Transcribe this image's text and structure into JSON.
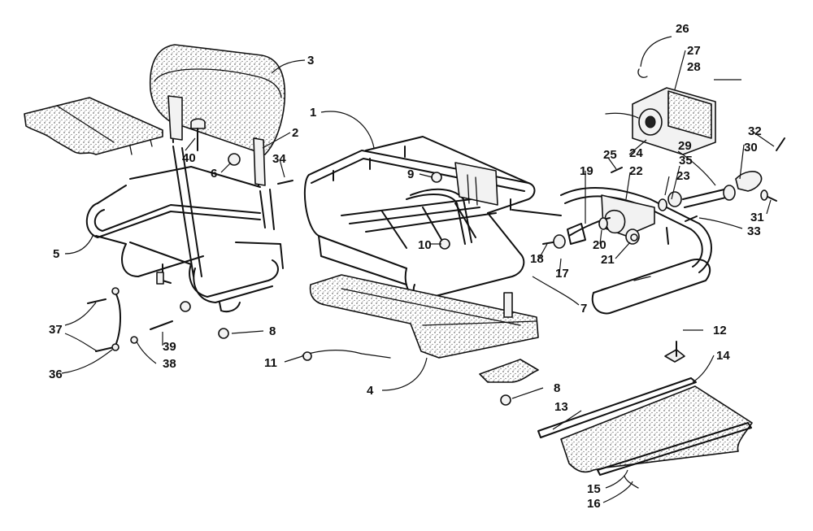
{
  "callouts": [
    {
      "label": "1"
    },
    {
      "label": "2"
    },
    {
      "label": "3"
    },
    {
      "label": "4"
    },
    {
      "label": "5"
    },
    {
      "label": "6"
    },
    {
      "label": "7"
    },
    {
      "label": "8"
    },
    {
      "label": "8"
    },
    {
      "label": "9"
    },
    {
      "label": "10"
    },
    {
      "label": "11"
    },
    {
      "label": "12"
    },
    {
      "label": "13"
    },
    {
      "label": "14"
    },
    {
      "label": "15"
    },
    {
      "label": "16"
    },
    {
      "label": "17"
    },
    {
      "label": "18"
    },
    {
      "label": "19"
    },
    {
      "label": "20"
    },
    {
      "label": "21"
    },
    {
      "label": "22"
    },
    {
      "label": "23"
    },
    {
      "label": "24"
    },
    {
      "label": "25"
    },
    {
      "label": "26"
    },
    {
      "label": "27"
    },
    {
      "label": "28"
    },
    {
      "label": "29"
    },
    {
      "label": "30"
    },
    {
      "label": "31"
    },
    {
      "label": "32"
    },
    {
      "label": "33"
    },
    {
      "label": "34"
    },
    {
      "label": "35"
    },
    {
      "label": "36"
    },
    {
      "label": "37"
    },
    {
      "label": "38"
    },
    {
      "label": "39"
    },
    {
      "label": "40"
    }
  ]
}
